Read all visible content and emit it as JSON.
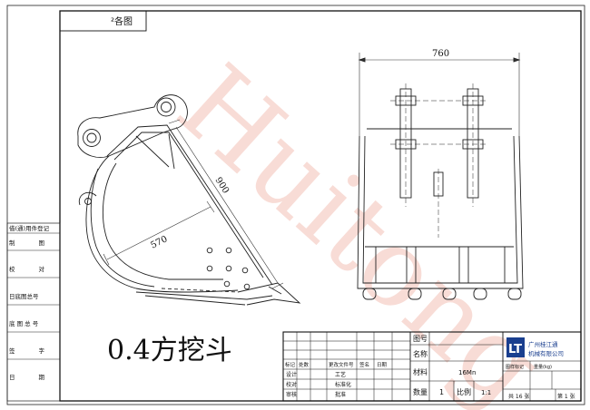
{
  "drawing": {
    "corner_stamp": "²各图",
    "dimensions": {
      "width": "760",
      "diagonal_long": "900",
      "diagonal_short": "570"
    },
    "part_title": "0.4方挖斗",
    "watermark": "Huitong"
  },
  "left_margin": {
    "labels": [
      "借(通)用件登记",
      "制　　　　图",
      "校　　　　对",
      "日底图总号",
      "底 图 总 号",
      "签　　　　字",
      "日　　　　期"
    ]
  },
  "title_block": {
    "drawing_no_label": "图号",
    "name_label": "名称",
    "material_label": "材料",
    "material_value": "16Mn",
    "quantity_label": "数量",
    "quantity_value": "1",
    "scale_label": "比例",
    "scale_value": "1:1",
    "revision_header": [
      "标记",
      "处数",
      "更改文件号",
      "签名",
      "日期"
    ],
    "roles": [
      "设计",
      "校对",
      "审核"
    ],
    "approvals": [
      "工艺",
      "标准化",
      "批准"
    ],
    "company_logo": "LT",
    "company_name_line1": "广州桂江通",
    "company_name_line2": "机械有限公司",
    "stage_label": "图样标记",
    "weight_label": "重量(kg)",
    "sheets_label": "共 16 张",
    "sheet_label": "第 1 张"
  }
}
